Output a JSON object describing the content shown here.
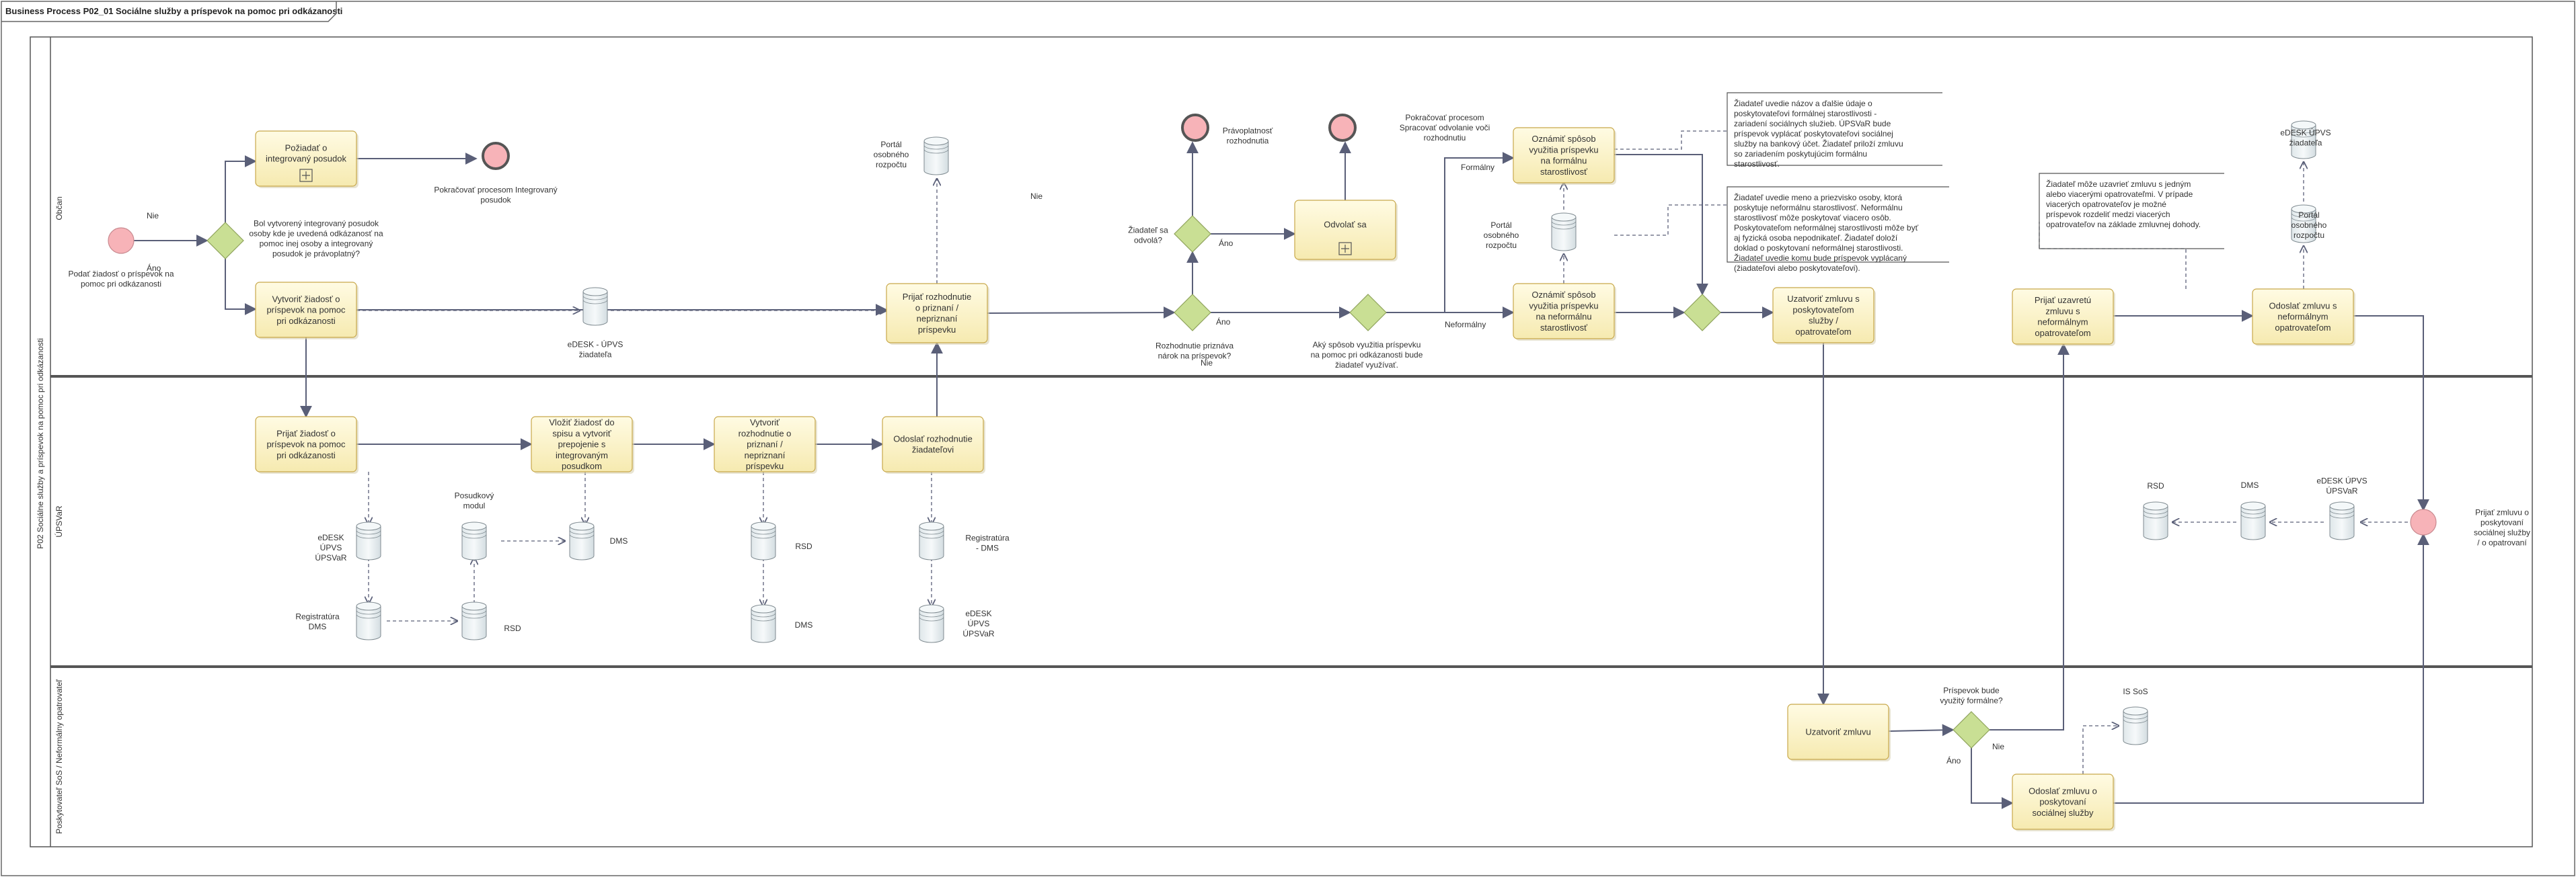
{
  "diagram": {
    "title": "Business Process P02_01 Sociálne služby a príspevok na pomoc pri odkázanosti",
    "pool_label": "P02 Sociálne služby a príspevok na pomoc pri odkázanosti",
    "lanes": [
      {
        "id": "obcan",
        "label": "Občan"
      },
      {
        "id": "upsvar",
        "label": "ÚPSVaR"
      },
      {
        "id": "poskytovatel",
        "label": "Poskytovateľ SoS / Neformálny opatrovateľ"
      }
    ],
    "tasks": [
      {
        "id": "t1",
        "text": "Požiadať o integrovaný posudok",
        "subprocess": true
      },
      {
        "id": "t2",
        "text": "Vytvoriť žiadosť o príspevok na pomoc pri odkázanosti"
      },
      {
        "id": "t3",
        "text": "Prijať rozhodnutie o priznaní / nepriznaní príspevku"
      },
      {
        "id": "t4",
        "text": "Odvolať sa",
        "subprocess": true
      },
      {
        "id": "t5",
        "text": "Oznámiť spôsob využitia príspevku na formálnu starostlivosť"
      },
      {
        "id": "t6",
        "text": "Oznámiť spôsob využitia príspevku na neformálnu starostlivosť"
      },
      {
        "id": "t7",
        "text": "Uzatvoriť zmluvu s poskytovateľom služby / opatrovateľom"
      },
      {
        "id": "t8",
        "text": "Prijať uzavretú zmluvu s neformálnym opatrovateľom"
      },
      {
        "id": "t9",
        "text": "Odoslať zmluvu s neformálnym opatrovateľom"
      },
      {
        "id": "t10",
        "text": "Prijať žiadosť o príspevok na pomoc pri odkázanosti"
      },
      {
        "id": "t11",
        "text": "Vložiť žiadosť do spisu a vytvoriť prepojenie s integrovaným posudkom"
      },
      {
        "id": "t12",
        "text": "Vytvoriť rozhodnutie o priznaní / nepriznaní príspevku"
      },
      {
        "id": "t13",
        "text": "Odoslať rozhodnutie žiadateľovi"
      },
      {
        "id": "t14",
        "text": "Uzatvoriť zmluvu"
      },
      {
        "id": "t15",
        "text": "Odoslať zmluvu o poskytovaní sociálnej služby"
      }
    ],
    "events": [
      {
        "id": "e1",
        "text": "Podať žiadosť o príspevok na pomoc pri odkázanosti"
      },
      {
        "id": "e2",
        "text": "Pokračovať procesom Integrovaný posudok"
      },
      {
        "id": "e3",
        "text": "Právoplatnosť rozhodnutia"
      },
      {
        "id": "e4",
        "text": "Pokračovať procesom Spracovať odvolanie voči rozhodnutiu"
      },
      {
        "id": "e5",
        "text": "Prijať zmluvu o poskytovaní sociálnej služby / o opatrovaní"
      }
    ],
    "gateways": [
      {
        "id": "g1",
        "text": "Bol vytvorený integrovaný posudok osoby kde je uvedená odkázanosť na pomoc inej osoby a integrovaný posudok je právoplatný?"
      },
      {
        "id": "g2",
        "text": "Žiadateľ sa odvolá?"
      },
      {
        "id": "g3",
        "text": "Rozhodnutie priznáva nárok na príspevok?"
      },
      {
        "id": "g4",
        "text": "Aký spôsob využitia príspevku na pomoc pri odkázanosti bude žiadateľ využívať."
      },
      {
        "id": "g5",
        "text": ""
      },
      {
        "id": "g6",
        "text": "Príspevok bude využitý formálne?"
      }
    ],
    "stores": [
      {
        "id": "s1",
        "text": "Portál osobného rozpočtu"
      },
      {
        "id": "s2",
        "text": "eDESK - ÚPVS žiadateľa"
      },
      {
        "id": "s3",
        "text": "Portál osobného rozpočtu"
      },
      {
        "id": "s4",
        "text": "eDESK ÚPVS žiadateľa"
      },
      {
        "id": "s5",
        "text": "Portál osobného rozpočtu"
      },
      {
        "id": "s6",
        "text": "eDESK ÚPVS ÚPSVaR"
      },
      {
        "id": "s7",
        "text": "Posudkový modul"
      },
      {
        "id": "s8",
        "text": "DMS"
      },
      {
        "id": "s9",
        "text": "Registratúra DMS"
      },
      {
        "id": "s10",
        "text": "RSD"
      },
      {
        "id": "s11",
        "text": "RSD"
      },
      {
        "id": "s12",
        "text": "DMS"
      },
      {
        "id": "s13",
        "text": "Registratúra - DMS"
      },
      {
        "id": "s14",
        "text": "eDESK ÚPVS ÚPSVaR"
      },
      {
        "id": "s15",
        "text": "RSD"
      },
      {
        "id": "s16",
        "text": "DMS"
      },
      {
        "id": "s17",
        "text": "eDESK ÚPVS ÚPSVaR"
      },
      {
        "id": "s18",
        "text": "IS SoS"
      }
    ],
    "notes": [
      {
        "id": "n1",
        "text": "Žiadateľ uvedie názov a ďalšie údaje o poskytovateľovi formálnej starostlivosti - zariadení sociálnych služieb. ÚPSVaR bude príspevok vyplácať poskytovateľovi sociálnej služby na bankový účet. Žiadateľ priloží zmluvu so zariadením poskytujúcim formálnu starostlivosť."
      },
      {
        "id": "n2",
        "text": "Žiadateľ uvedie meno a priezvisko osoby, ktorá poskytuje neformálnu starostlivosť. Neformálnu starostlivosť môže poskytovať viacero osôb. Poskytovateľom neformálnej starostlivosti môže byť aj fyzická osoba nepodnikateľ. Žiadateľ doloží doklad o poskytovaní neformálnej starostlivosti. Žiadateľ uvedie komu bude príspevok vyplácaný (žiadateľovi alebo poskytovateľovi)."
      },
      {
        "id": "n3",
        "text": "Žiadateľ môže uzavrieť zmluvu s jedným alebo viacerými opatrovateľmi. V prípade viacerých opatrovateľov je možné príspevok rozdeliť medzi viacerých opatrovateľov na základe zmluvnej dohody."
      }
    ],
    "flow_labels": {
      "nie_1": "Nie",
      "ano_1": "Áno",
      "nie_2": "Nie",
      "ano_2": "Áno",
      "ano_3": "Áno",
      "nie_3": "Nie",
      "formalny": "Formálny",
      "neformalny": "Neformálny",
      "ano_4": "Áno",
      "nie_4": "Nie"
    },
    "colors": {
      "task_fill": "#fdf6cc",
      "task_stroke": "#c8a84a",
      "gateway_fill": "#c9df94",
      "event_fill": "#f7b3b8",
      "store_fill": "#eaf1f3",
      "line": "#5a5f78"
    }
  }
}
